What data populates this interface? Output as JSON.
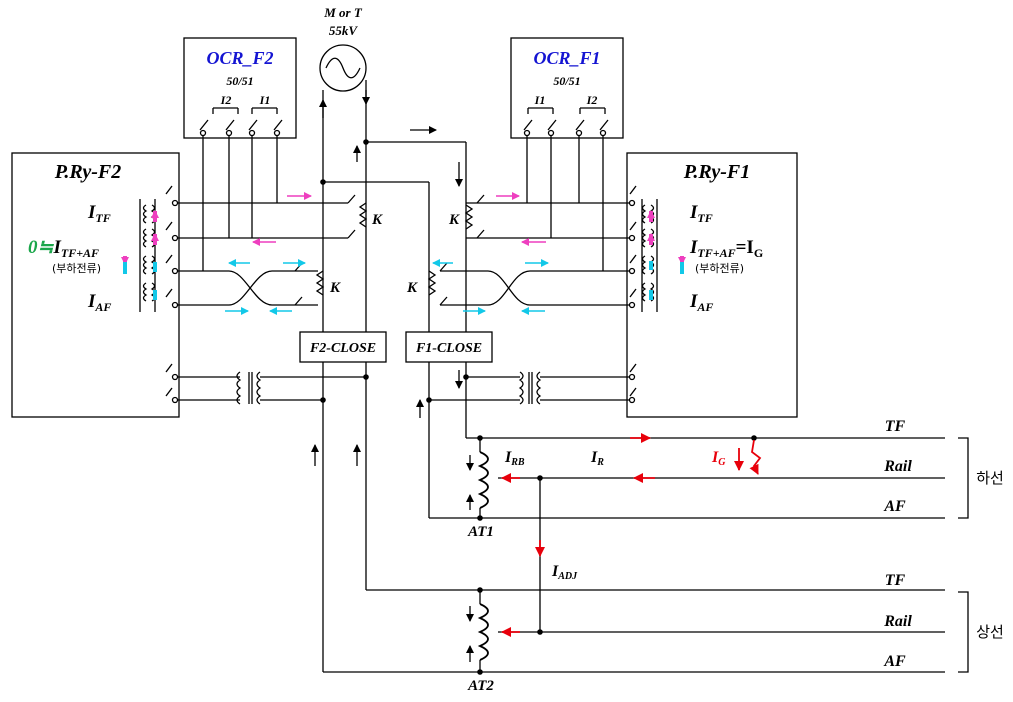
{
  "source": {
    "line1": "M or T",
    "line2": "55kV"
  },
  "ocr_f2": {
    "title": "OCR_F2",
    "spec": "50/51",
    "tap_a": "I2",
    "tap_b": "I1"
  },
  "ocr_f1": {
    "title": "OCR_F1",
    "spec": "50/51",
    "tap_a": "I1",
    "tap_b": "I2"
  },
  "pry_f2": {
    "title": "P.Ry-F2",
    "i_tf": {
      "main": "I",
      "sub": "TF"
    },
    "i_tfaf": {
      "prefix": "0≒",
      "main": "I",
      "sub": "TF+AF"
    },
    "load_note": "(부하전류)",
    "i_af": {
      "main": "I",
      "sub": "AF"
    }
  },
  "pry_f1": {
    "title": "P.Ry-F1",
    "i_tf": {
      "main": "I",
      "sub": "TF"
    },
    "i_tfaf": {
      "main": "I",
      "sub": "TF+AF",
      "suffix": "=I",
      "suffix_sub": "G"
    },
    "load_note": "(부하전류)",
    "i_af": {
      "main": "I",
      "sub": "AF"
    }
  },
  "k_label": "K",
  "f2_close": "F2-CLOSE",
  "f1_close": "F1-CLOSE",
  "currents": {
    "i_rb": {
      "main": "I",
      "sub": "RB"
    },
    "i_r": {
      "main": "I",
      "sub": "R"
    },
    "i_g": {
      "main": "I",
      "sub": "G"
    },
    "i_adj": {
      "main": "I",
      "sub": "ADJ"
    }
  },
  "at1": "AT1",
  "at2": "AT2",
  "down_line": {
    "name": "하선",
    "tf": "TF",
    "rail": "Rail",
    "af": "AF"
  },
  "up_line": {
    "name": "상선",
    "tf": "TF",
    "rail": "Rail",
    "af": "AF"
  },
  "colors": {
    "fault": "#e8000b",
    "magenta": "#ee3fbf",
    "cyan": "#12c8e8",
    "blue": "#1414d2",
    "green": "#1aa64a"
  }
}
